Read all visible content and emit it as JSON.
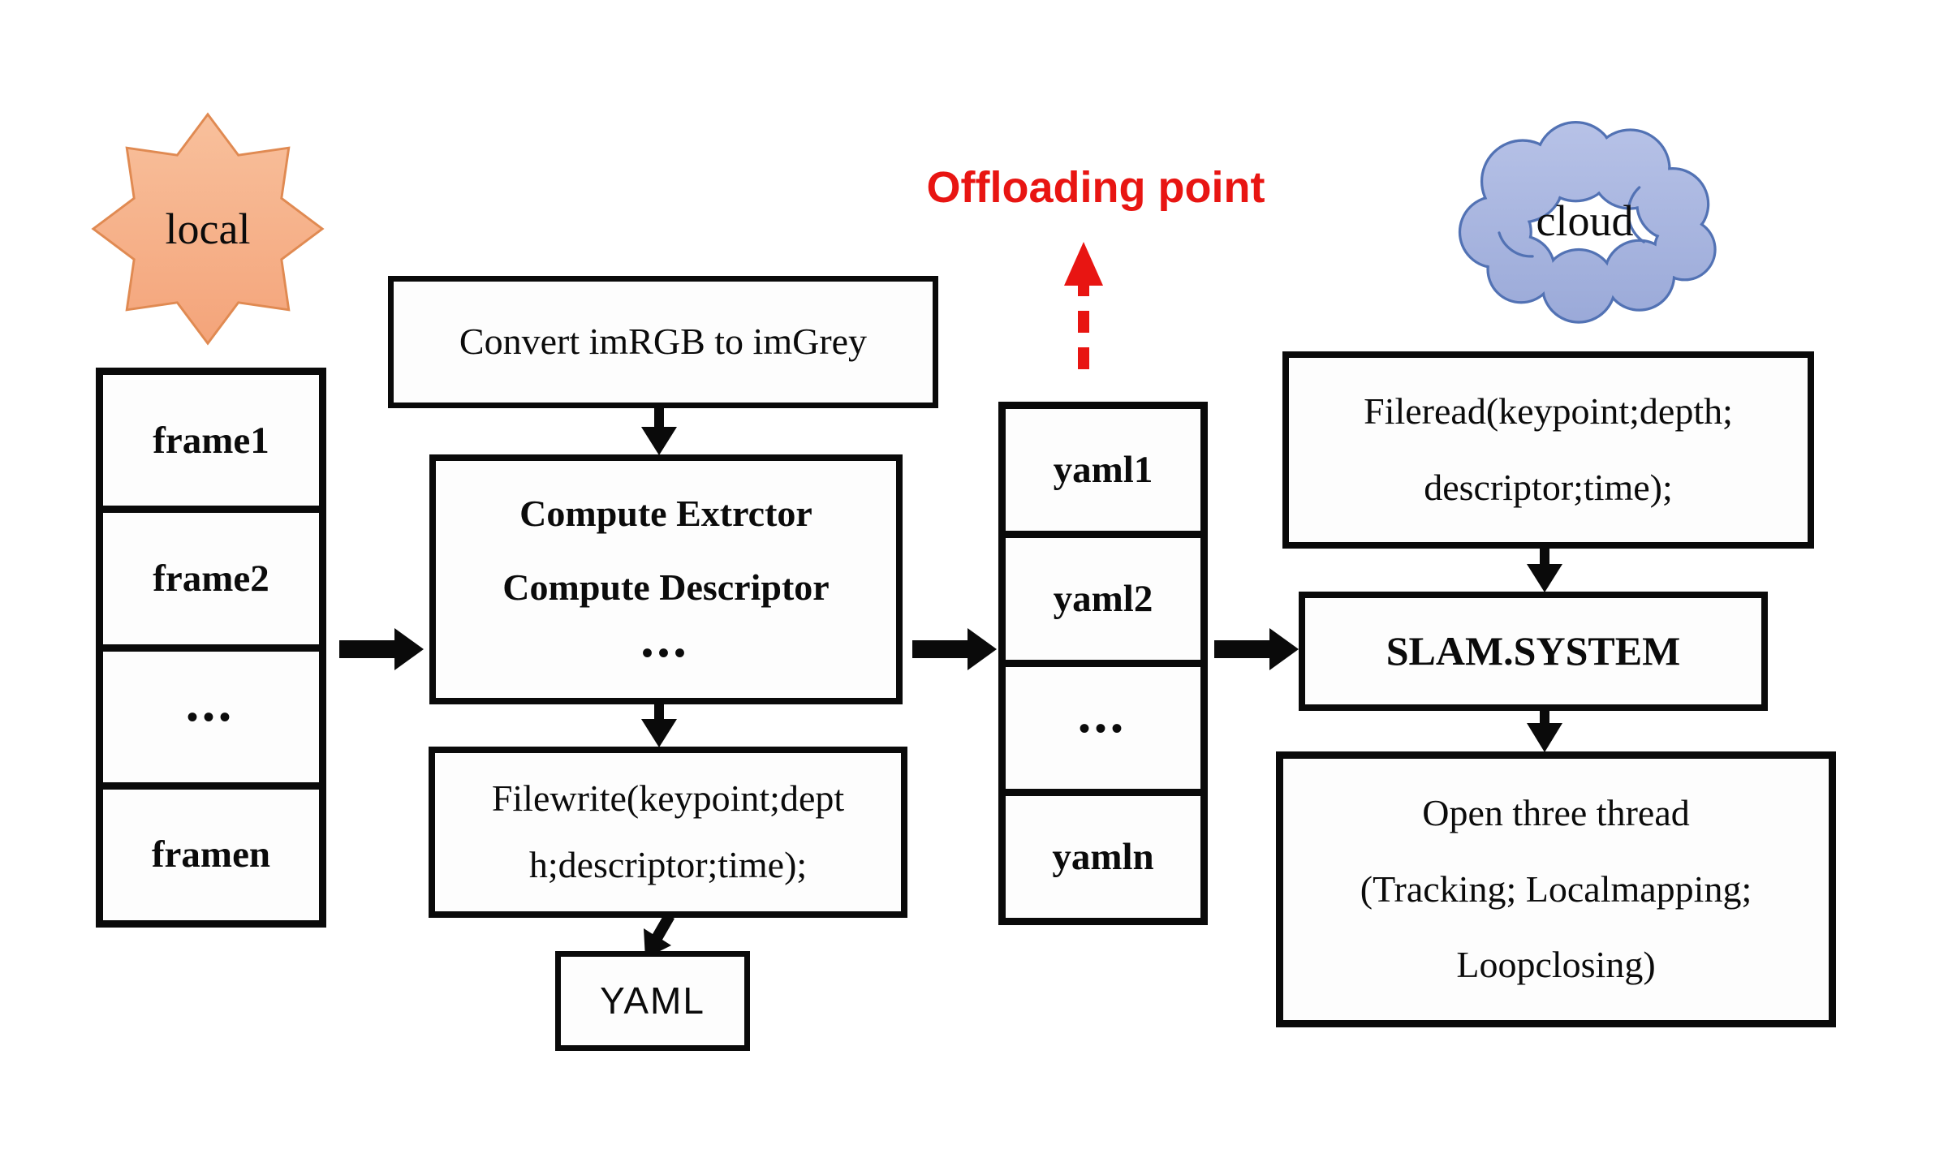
{
  "diagram": {
    "local_label": "local",
    "cloud_label": "cloud",
    "offloading_label": "Offloading point",
    "frame_stack": {
      "items": [
        "frame1",
        "frame2",
        "•••",
        "framen"
      ]
    },
    "yaml_stack": {
      "items": [
        "yaml1",
        "yaml2",
        "•••",
        "yamln"
      ]
    },
    "convert_box": {
      "label": "Convert imRGB to imGrey"
    },
    "compute_box": {
      "lines": [
        "Compute Extrctor",
        "Compute Descriptor",
        "•••"
      ]
    },
    "filewrite_box": {
      "lines": [
        "Filewrite(keypoint;dept",
        "h;descriptor;time);"
      ]
    },
    "yaml_box": {
      "label": "YAML"
    },
    "fileread_box": {
      "lines": [
        "Fileread(keypoint;depth;",
        "descriptor;time);"
      ]
    },
    "slam_box": {
      "label": "SLAM.SYSTEM"
    },
    "open_box": {
      "lines": [
        "Open three thread",
        "(Tracking; Localmapping;",
        "Loopclosing)"
      ]
    },
    "colors": {
      "accent-red": "#e81512",
      "line-black": "#0a0a0a",
      "star-fill-top": "#f8c09c",
      "star-fill-bottom": "#f4a47a",
      "star-stroke": "#e08a52",
      "cloud-fill-top": "#b7c2e7",
      "cloud-fill-bottom": "#9aa9d8",
      "cloud-stroke": "#5272b4"
    }
  }
}
